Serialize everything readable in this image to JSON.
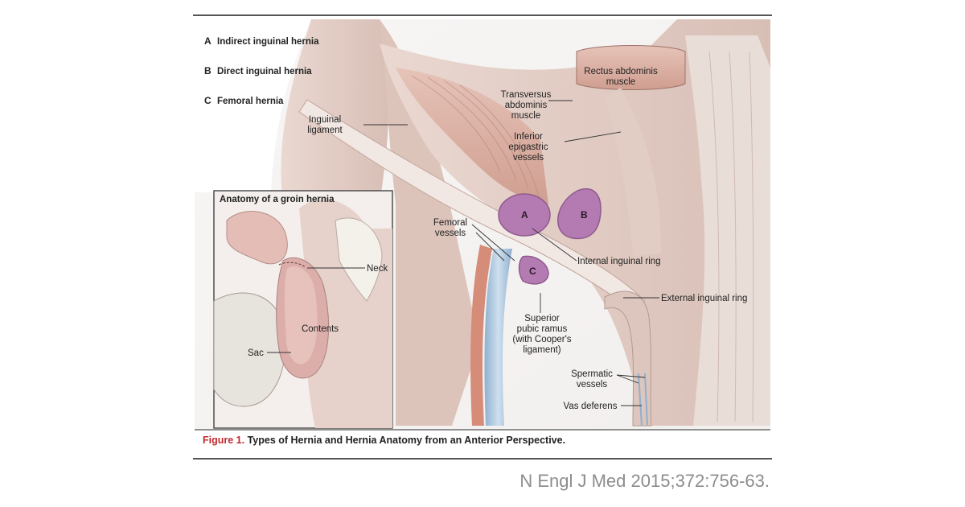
{
  "legend": [
    {
      "key": "A",
      "text": "Indirect inguinal hernia"
    },
    {
      "key": "B",
      "text": "Direct inguinal hernia"
    },
    {
      "key": "C",
      "text": "Femoral hernia"
    }
  ],
  "labels": {
    "inguinal_ligament_1": "Inguinal",
    "inguinal_ligament_2": "ligament",
    "rectus_1": "Rectus abdominis",
    "rectus_2": "muscle",
    "transversus_1": "Transversus",
    "transversus_2": "abdominis",
    "transversus_3": "muscle",
    "epigastric_1": "Inferior",
    "epigastric_2": "epigastric",
    "epigastric_3": "vessels",
    "femoral_1": "Femoral",
    "femoral_2": "vessels",
    "internal_ring": "Internal inguinal ring",
    "external_ring": "External inguinal ring",
    "pubic_1": "Superior",
    "pubic_2": "pubic ramus",
    "pubic_3": "(with Cooper's",
    "pubic_4": "ligament)",
    "spermatic_1": "Spermatic",
    "spermatic_2": "vessels",
    "vas_deferens": "Vas deferens",
    "region_a": "A",
    "region_b": "B",
    "region_c": "C"
  },
  "inset": {
    "title": "Anatomy of a groin hernia",
    "neck": "Neck",
    "contents": "Contents",
    "sac": "Sac"
  },
  "caption": {
    "figure_number": "Figure 1.",
    "text": "Types of Hernia and Hernia Anatomy from an Anterior Perspective."
  },
  "citation": "N Engl J Med 2015;372:756-63.",
  "colors": {
    "frame": "#555555",
    "background_panel": "#f1eeec",
    "tissue": "#e3cfc8",
    "muscle": "#d9b3a8",
    "hernia_region": "#b47bb2",
    "vein": "#a9c4dd",
    "artery": "#d58d7a",
    "caption_accent": "#c0282c"
  }
}
